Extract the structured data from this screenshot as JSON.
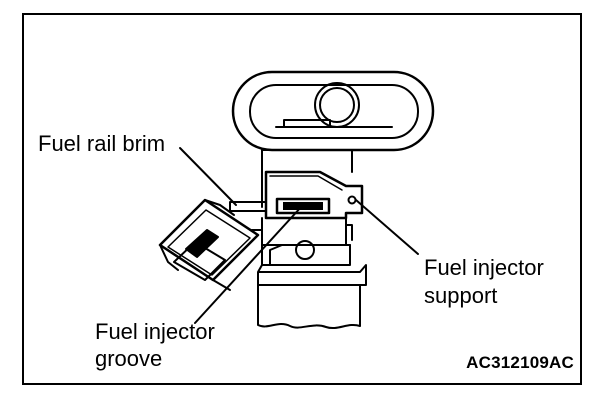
{
  "labels": {
    "fuel_rail_brim": "Fuel rail brim",
    "fuel_injector_support_line1": "Fuel injector",
    "fuel_injector_support_line2": "support",
    "fuel_injector_groove_line1": "Fuel injector",
    "fuel_injector_groove_line2": "groove"
  },
  "figure_code": "AC312109AC",
  "colors": {
    "ink": "#000000",
    "paper": "#ffffff"
  }
}
